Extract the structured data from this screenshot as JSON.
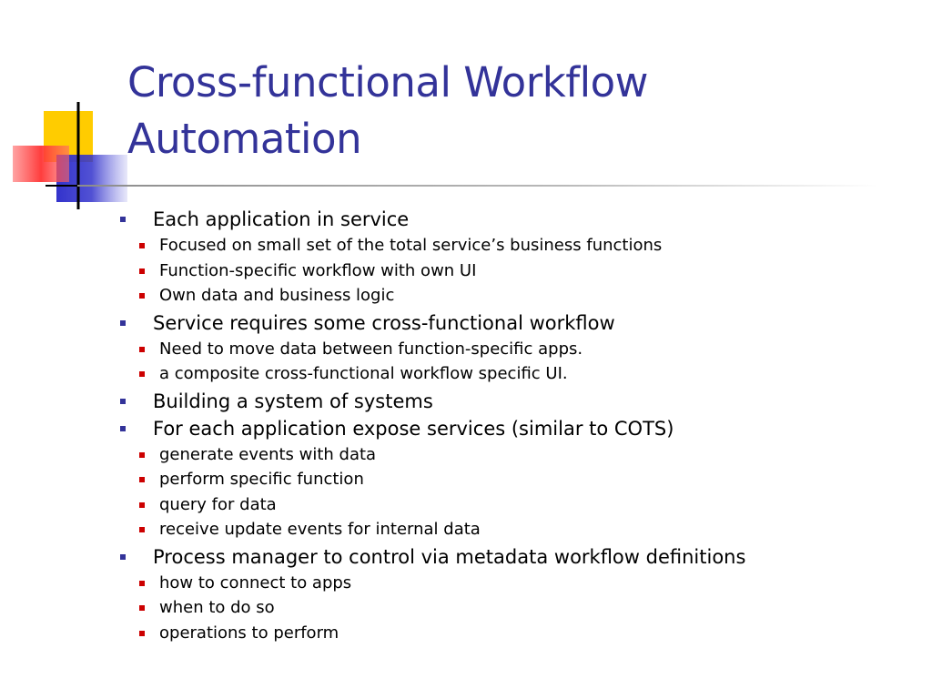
{
  "slide": {
    "title_lines": [
      "Cross-functional Workflow",
      "Automation"
    ],
    "colors": {
      "title": "#333399",
      "bullet_level1": "#333399",
      "bullet_level2": "#cc0000",
      "decor_yellow": "#ffcc00",
      "decor_blue": "#3333cc",
      "decor_red": "#ff3333"
    },
    "bullets": [
      {
        "text": "Each application in service",
        "children": [
          "Focused on small set of the total service’s business functions",
          "Function-specific workflow with own UI",
          "Own data and business logic"
        ]
      },
      {
        "text": "Service requires some cross-functional workflow",
        "children": [
          "Need to move data between function-specific apps.",
          "a composite cross-functional workflow specific UI."
        ]
      },
      {
        "text": "Building a system of systems",
        "children": []
      },
      {
        "text": "For each application expose services (similar to COTS)",
        "children": [
          "generate events with data",
          "perform specific function",
          "query for data",
          "receive update events for internal data"
        ]
      },
      {
        "text": "Process manager to control via metadata workflow definitions",
        "children": [
          "how to connect to apps",
          "when to do so",
          "operations to perform"
        ]
      }
    ]
  }
}
